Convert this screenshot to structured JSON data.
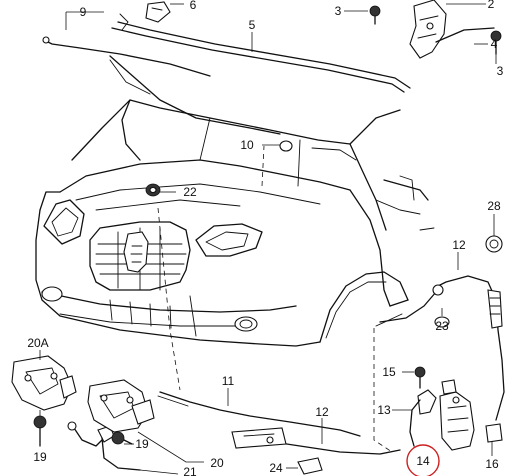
{
  "diagram": {
    "highlight_color": "#cc1f1f",
    "labels": [
      {
        "id": "p9",
        "text": "9"
      },
      {
        "id": "p6",
        "text": "6"
      },
      {
        "id": "p3a",
        "text": "3"
      },
      {
        "id": "p2",
        "text": "2"
      },
      {
        "id": "p5",
        "text": "5"
      },
      {
        "id": "p4",
        "text": "4"
      },
      {
        "id": "p3b",
        "text": "3"
      },
      {
        "id": "p10",
        "text": "10"
      },
      {
        "id": "p22",
        "text": "22"
      },
      {
        "id": "p28",
        "text": "28"
      },
      {
        "id": "p12a",
        "text": "12"
      },
      {
        "id": "p23",
        "text": "23"
      },
      {
        "id": "p20a",
        "text": "20A"
      },
      {
        "id": "p11",
        "text": "11"
      },
      {
        "id": "p15",
        "text": "15"
      },
      {
        "id": "p13",
        "text": "13"
      },
      {
        "id": "p12b",
        "text": "12"
      },
      {
        "id": "p19a",
        "text": "19"
      },
      {
        "id": "p19b",
        "text": "19"
      },
      {
        "id": "p24",
        "text": "24"
      },
      {
        "id": "p20",
        "text": "20"
      },
      {
        "id": "p21",
        "text": "21"
      },
      {
        "id": "p14",
        "text": "14"
      },
      {
        "id": "p16",
        "text": "16"
      }
    ]
  }
}
